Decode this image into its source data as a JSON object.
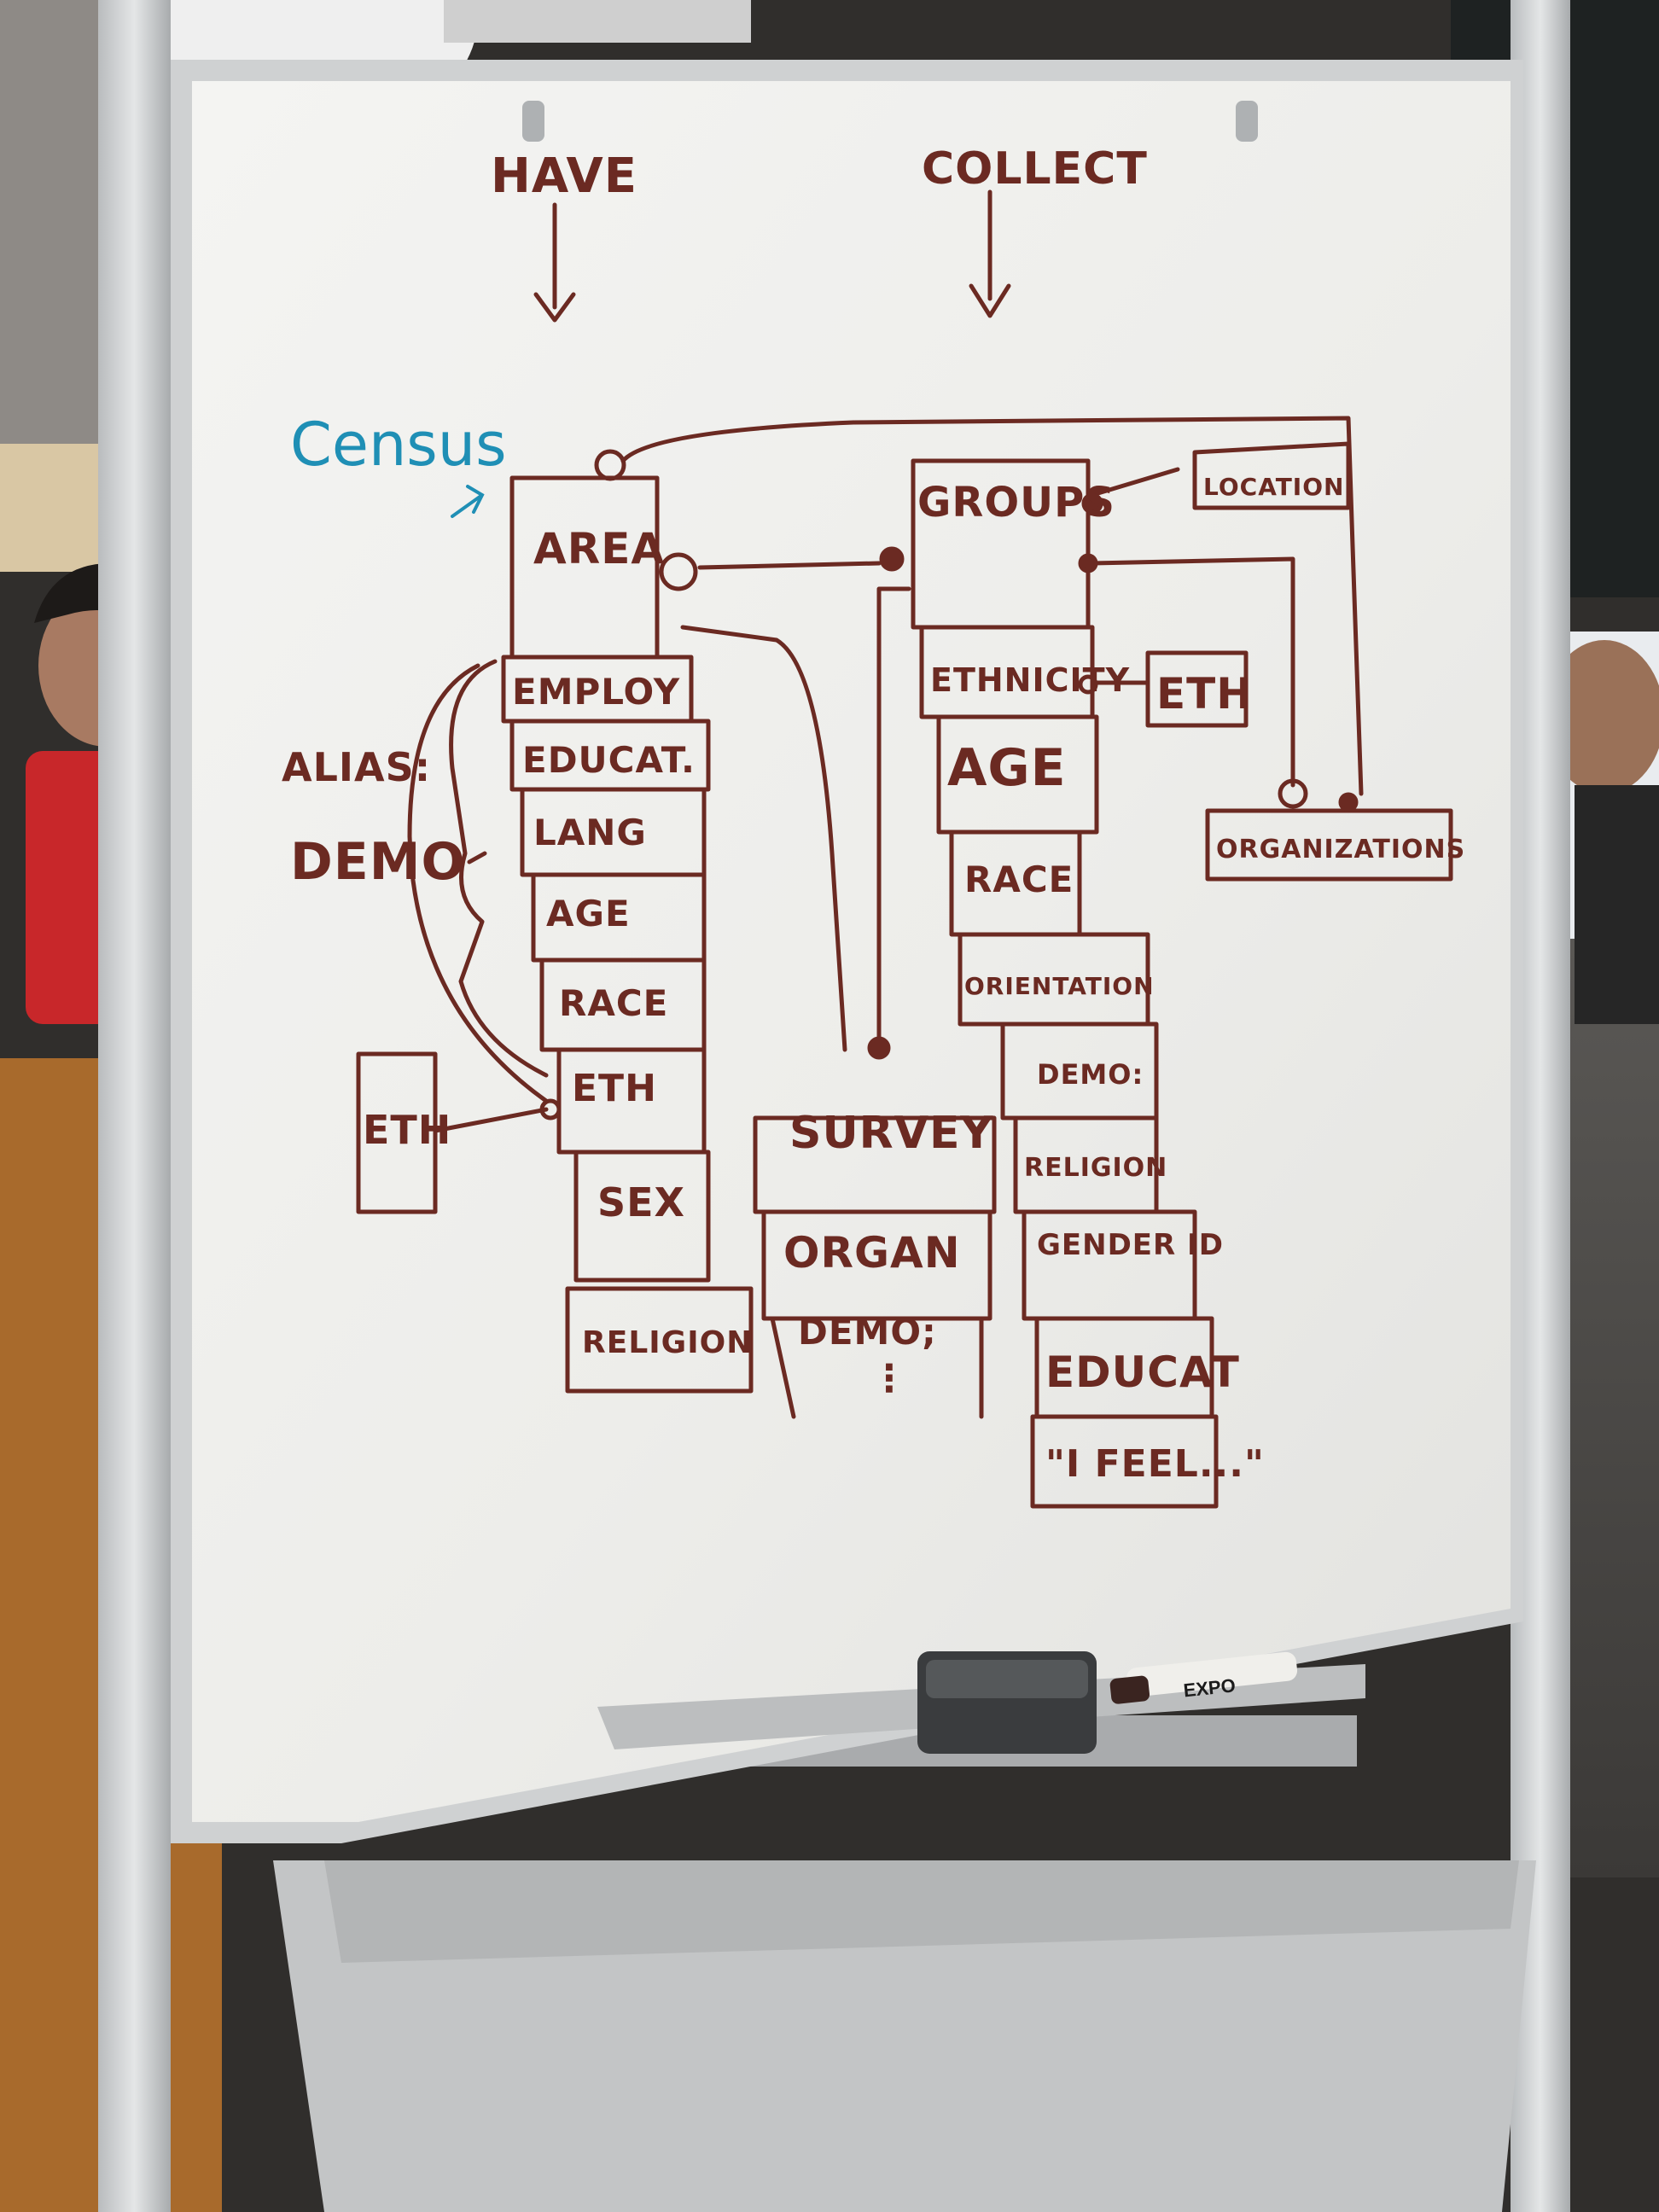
{
  "whiteboard": {
    "headers": {
      "have": "HAVE",
      "collect": "COLLECT"
    },
    "census_note": "Census",
    "left_table": {
      "title": "AREA",
      "rows": [
        "EMPLOY",
        "EDUCAT.",
        "LANG",
        "AGE",
        "RACE",
        "ETH",
        "SEX",
        "RELIGION"
      ]
    },
    "eth_box_left": "ETH",
    "alias_note": {
      "line1": "ALIAS:",
      "line2": "DEMO"
    },
    "survey_table": {
      "title": "SURVEY",
      "rows": [
        "ORGAN",
        "DEMO;",
        "⋮"
      ]
    },
    "group_table": {
      "title": "GROUPS",
      "rows": [
        "ETHNICITY",
        "AGE",
        "RACE",
        "ORIENTATION",
        "DEMO:",
        "RELIGION",
        "GENDER ID",
        "EDUCAT",
        "\"I FEEL...\""
      ]
    },
    "eth_box_right": "ETH",
    "location_box": "LOCATION",
    "organizations_box": "ORGANIZATIONS",
    "marker_label": "EXPO"
  },
  "colors": {
    "marker_ink": "#6b2a22",
    "census_ink": "#1f8fb5",
    "board": "#f1f1ee",
    "frame": "#c9ccce"
  }
}
